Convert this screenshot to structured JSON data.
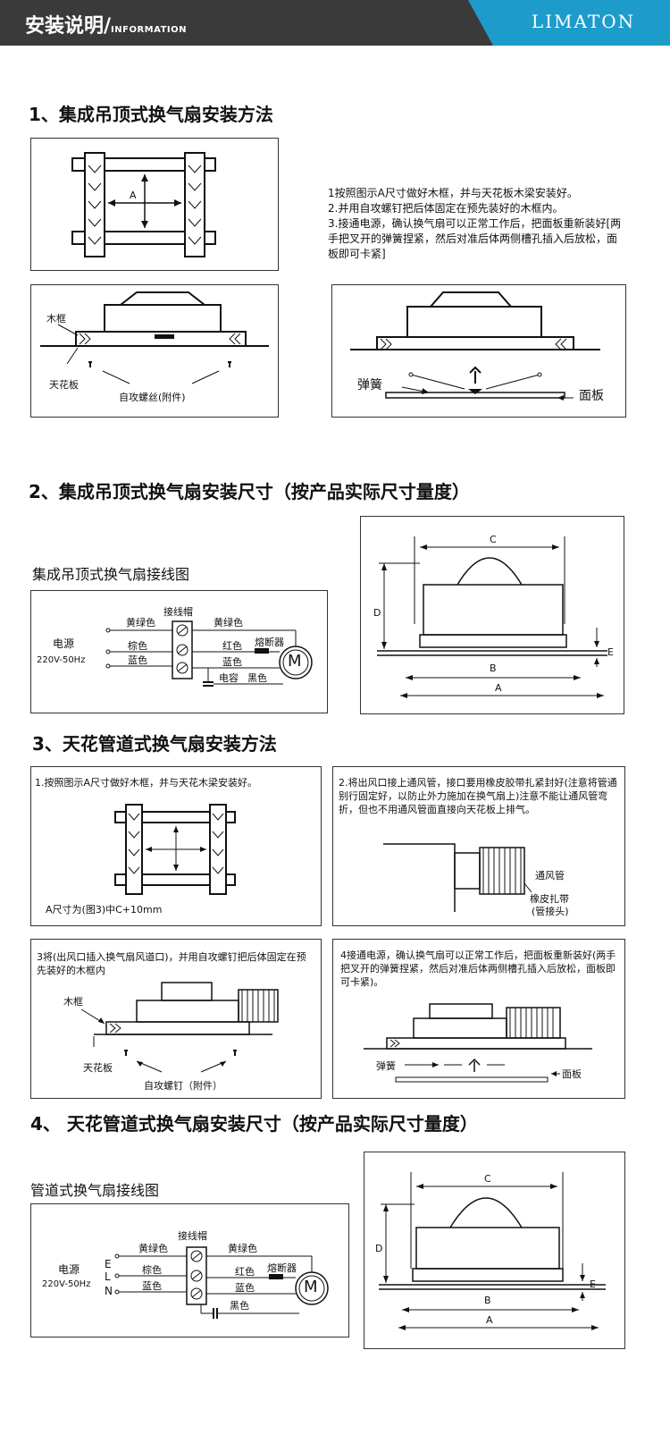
{
  "header": {
    "title": "安装说明/",
    "subtitle": "INFORMATION",
    "brand": "LIMATON"
  },
  "section1": {
    "title": "1、集成吊顶式换气扇安装方法",
    "frame_label_a": "A",
    "instructions": "1按照图示A尺寸做好木框，并与天花板木梁安装好。\n2.并用自攻螺钉把后体固定在预先装好的木框内。\n3.接通电源，确认换气扇可以正常工作后，把面板重新装好[两手把叉开的弹簧捏紧，然后对准后体两侧槽孔插入后放松，面板即可卡紧]",
    "label_wood_frame": "木框",
    "label_ceiling": "天花板",
    "label_screw": "自攻螺丝(附件)",
    "label_spring": "弹簧",
    "label_panel": "面板"
  },
  "section2": {
    "title": "2、集成吊顶式换气扇安装尺寸（按产品实际尺寸量度）",
    "wiring_title": "集成吊顶式换气扇接线图",
    "wiring": {
      "terminal_cap": "接线帽",
      "yellow_green_left": "黄绿色",
      "yellow_green_right": "黄绿色",
      "power": "电源",
      "voltage": "220V-50Hz",
      "brown": "棕色",
      "blue_left": "蓝色",
      "red": "红色",
      "fuse": "熔断器",
      "blue_right": "蓝色",
      "capacitor": "电容",
      "black": "黑色",
      "motor": "M"
    },
    "dims": {
      "c": "C",
      "d": "D",
      "e": "E",
      "b": "B",
      "a": "A"
    }
  },
  "section3": {
    "title": "3、天花管道式换气扇安装方法",
    "step1": "1.按照图示A尺寸做好木框，并与天花木梁安装好。",
    "step1_note": "A尺寸为(图3)中C+10mm",
    "step2": "2.将出风口接上通风管，接口要用橡皮胶带扎紧封好(注意将管通别行固定好，以防止外力施加在换气扇上)注意不能让通风管弯折，但也不用通风管面直接向天花板上排气。",
    "label_duct": "通风管",
    "label_band": "橡皮扎带",
    "label_band_note": "(管接头)",
    "step3": "3将(出风口插入换气扇风道口)，并用自攻螺钉把后体固定在预先装好的木框内",
    "label_wood_frame": "木框",
    "label_ceiling": "天花板",
    "label_screw": "自攻螺钉（附件）",
    "step4": "4接通电源，确认换气扇可以正常工作后，把面板重新装好(两手把叉开的弹簧捏紧，然后对准后体两侧槽孔插入后放松，面板即可卡紧)。",
    "label_spring": "弹簧",
    "label_panel": "面板"
  },
  "section4": {
    "title": "4、 天花管道式换气扇安装尺寸（按产品实际尺寸量度）",
    "wiring_title": "管道式换气扇接线图",
    "wiring": {
      "terminal_cap": "接线帽",
      "yellow_green_left": "黄绿色",
      "yellow_green_right": "黄绿色",
      "power": "电源",
      "voltage": "220V-50Hz",
      "e": "E",
      "l": "L",
      "n": "N",
      "brown": "棕色",
      "blue_left": "蓝色",
      "red": "红色",
      "fuse": "熔断器",
      "blue_right": "蓝色",
      "black": "黑色",
      "motor": "M"
    },
    "dims": {
      "c": "C",
      "d": "D",
      "e": "E",
      "b": "B",
      "a": "A"
    }
  }
}
